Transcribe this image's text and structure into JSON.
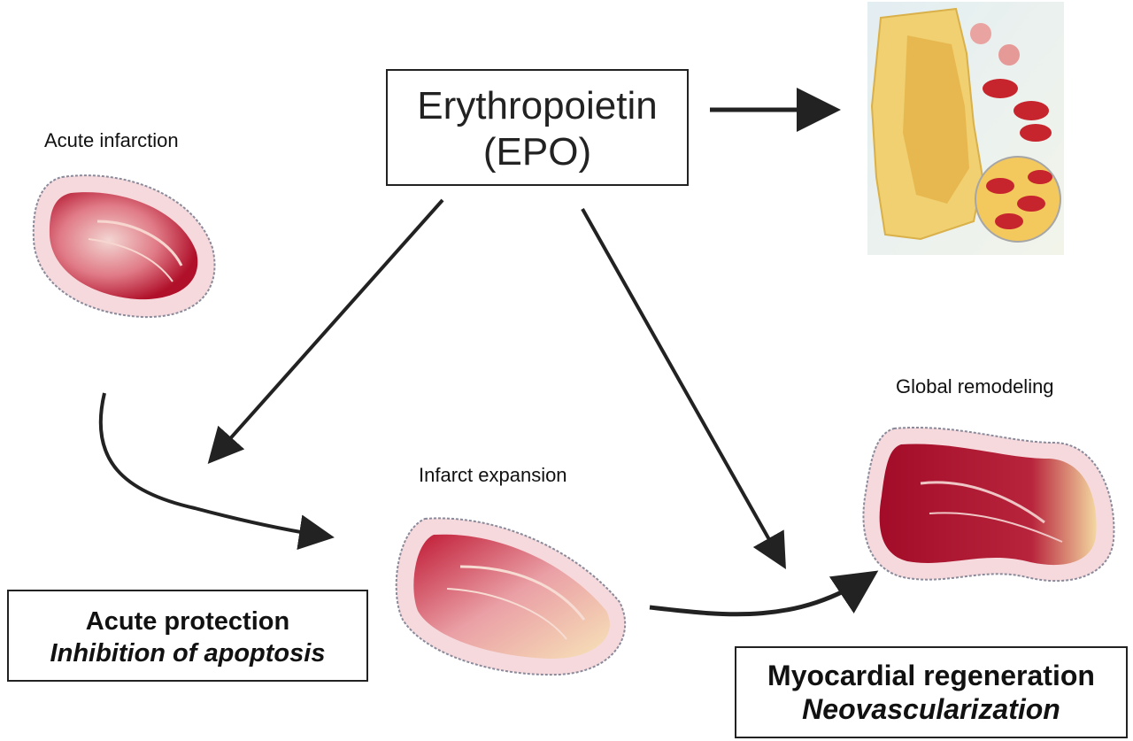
{
  "epo": {
    "line1": "Erythropoietin",
    "line2": "(EPO)"
  },
  "labels": {
    "acute_infarction": "Acute infarction",
    "infarct_expansion": "Infarct expansion",
    "global_remodeling": "Global remodeling"
  },
  "acute_box": {
    "line1": "Acute protection",
    "line2": "Inhibition of apoptosis"
  },
  "myo_box": {
    "line1": "Myocardial regeneration",
    "line2": "Neovascularization"
  },
  "colors": {
    "infarct_dark": "#b0102a",
    "infarct_light": "#f2b7b7",
    "wall": "#f6d9dc",
    "bone": "#f0d070",
    "arrow": "#222222"
  }
}
